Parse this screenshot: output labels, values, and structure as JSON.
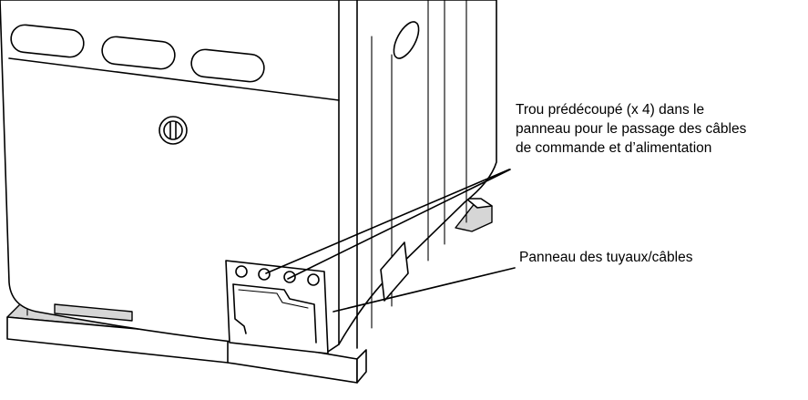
{
  "callouts": {
    "knockout": {
      "lines": [
        "Trou prédécoupé (x 4) dans le",
        "panneau pour le passage des câbles",
        "de commande et d’alimentation"
      ]
    },
    "panel": {
      "lines": [
        "Panneau des tuyaux/câbles"
      ]
    }
  },
  "colors": {
    "line": "#000000",
    "background": "#ffffff",
    "shadow": "#d6d6d6"
  }
}
